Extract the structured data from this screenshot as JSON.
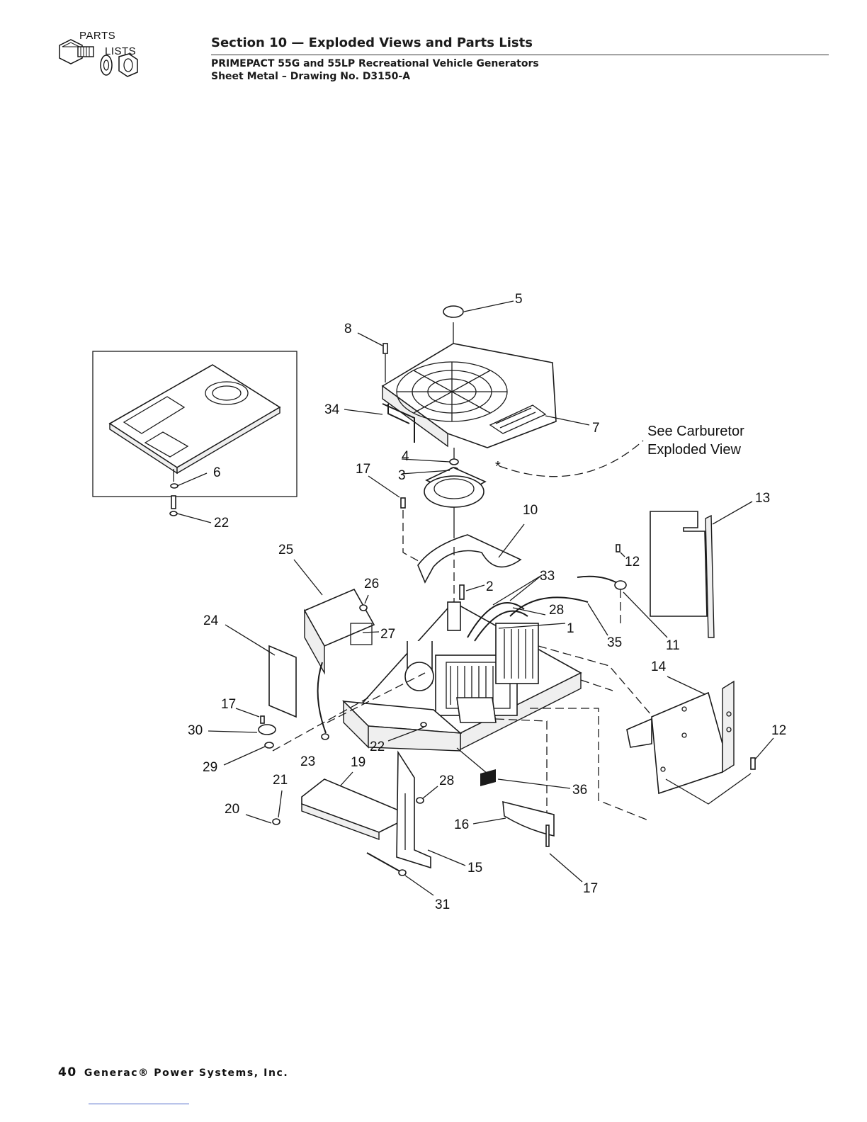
{
  "logo": {
    "word_top": "PARTS",
    "word_bottom": "LISTS",
    "icon": "bolt-washer-nut-icon"
  },
  "header": {
    "title": "Section 10 — Exploded Views and Parts Lists",
    "subtitle": "PRIMEPACT 55G and 55LP Recreational Vehicle Generators",
    "drawing": "Sheet Metal – Drawing No. D3150-A"
  },
  "diagram": {
    "note": [
      "See Carburetor",
      "Exploded View"
    ],
    "callouts": [
      {
        "id": "c5",
        "label": "5"
      },
      {
        "id": "c8",
        "label": "8"
      },
      {
        "id": "c34",
        "label": "34"
      },
      {
        "id": "c7",
        "label": "7"
      },
      {
        "id": "c4",
        "label": "4"
      },
      {
        "id": "c3",
        "label": "3"
      },
      {
        "id": "c17a",
        "label": "17"
      },
      {
        "id": "c6",
        "label": "6"
      },
      {
        "id": "c22a",
        "label": "22"
      },
      {
        "id": "c13",
        "label": "13"
      },
      {
        "id": "c10",
        "label": "10"
      },
      {
        "id": "c25",
        "label": "25"
      },
      {
        "id": "c12a",
        "label": "12"
      },
      {
        "id": "c26",
        "label": "26"
      },
      {
        "id": "c33",
        "label": "33"
      },
      {
        "id": "c2",
        "label": "2"
      },
      {
        "id": "c24",
        "label": "24"
      },
      {
        "id": "c28a",
        "label": "28"
      },
      {
        "id": "c27",
        "label": "27"
      },
      {
        "id": "c1",
        "label": "1"
      },
      {
        "id": "c35",
        "label": "35"
      },
      {
        "id": "c11",
        "label": "11"
      },
      {
        "id": "c14",
        "label": "14"
      },
      {
        "id": "c17b",
        "label": "17"
      },
      {
        "id": "c30",
        "label": "30"
      },
      {
        "id": "c12b",
        "label": "12"
      },
      {
        "id": "c22b",
        "label": "22"
      },
      {
        "id": "c29",
        "label": "29"
      },
      {
        "id": "c23",
        "label": "23"
      },
      {
        "id": "c19",
        "label": "19"
      },
      {
        "id": "c21",
        "label": "21"
      },
      {
        "id": "c28b",
        "label": "28"
      },
      {
        "id": "c36",
        "label": "36"
      },
      {
        "id": "c20",
        "label": "20"
      },
      {
        "id": "c16",
        "label": "16"
      },
      {
        "id": "c15",
        "label": "15"
      },
      {
        "id": "c17c",
        "label": "17"
      },
      {
        "id": "c31",
        "label": "31"
      }
    ]
  },
  "footer": {
    "page": "40",
    "company": "Generac® Power Systems, Inc."
  }
}
